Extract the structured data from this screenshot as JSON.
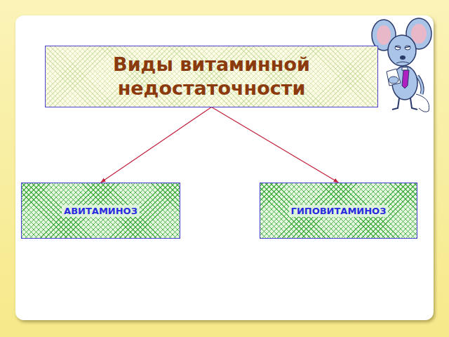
{
  "diagram": {
    "nodes": [
      {
        "text": [
          "Виды витаминной недостаточности"
        ]
      },
      {
        "text": [
          "АВИТАМИНОЗ"
        ]
      },
      {
        "text": [
          "ГИПОВИТАМИНОЗ"
        ]
      }
    ],
    "edges": [
      {
        "from": 0,
        "to": 1,
        "arrow": "to"
      },
      {
        "from": 0,
        "to": 2,
        "arrow": "to"
      }
    ]
  }
}
